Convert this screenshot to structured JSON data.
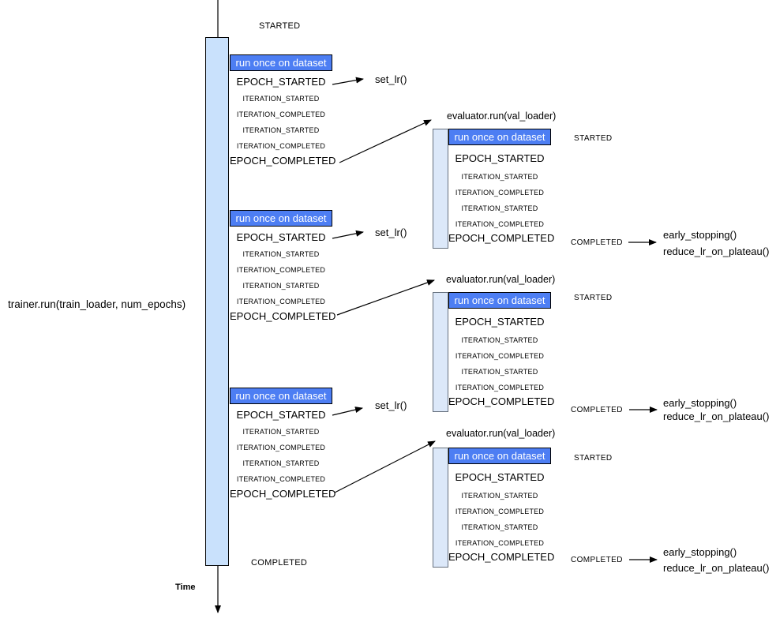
{
  "labels": {
    "trainer_run": "trainer.run(train_loader, num_epochs)",
    "started_top": "STARTED",
    "completed_bottom": "COMPLETED",
    "time": "Time",
    "run_once": "run once on dataset",
    "epoch_started": "EPOCH_STARTED",
    "epoch_completed": "EPOCH_COMPLETED",
    "iteration_started": "ITERATION_STARTED",
    "iteration_completed": "ITERATION_COMPLETED",
    "set_lr": "set_lr()",
    "evaluator_run": "evaluator.run(val_loader)",
    "started": "STARTED",
    "completed": "COMPLETED",
    "early_stopping": "early_stopping()",
    "reduce_lr_on_plateau": "reduce_lr_on_plateau()"
  },
  "colors": {
    "trainer_bar_fill": "#c9e1fc",
    "trainer_bar_border": "#000000",
    "header_fill": "#4d7ef3",
    "header_text": "#ffffff",
    "evaluator_bar_fill": "#dce8f9",
    "evaluator_bar_border": "#66707d",
    "text": "#000000",
    "bg": "#ffffff"
  }
}
